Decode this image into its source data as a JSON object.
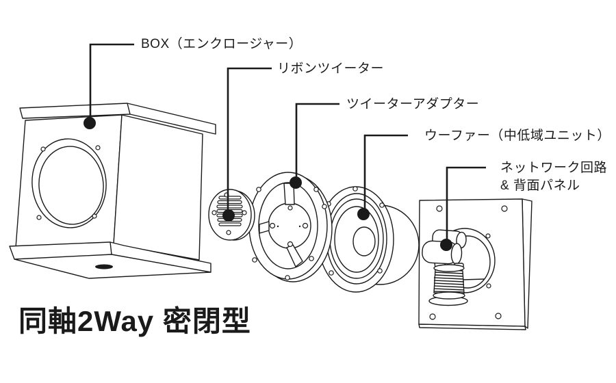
{
  "title": "同軸2Way 密閉型",
  "labels": {
    "box": "BOX（エンクロージャー）",
    "ribbon_tweeter": "リボンツイーター",
    "tweeter_adapter": "ツイーターアダプター",
    "woofer": "ウーファー（中低域ユニット）",
    "network_line1": "ネットワーク回路",
    "network_line2": "& 背面パネル"
  },
  "colors": {
    "line_color": "#1a1a1a",
    "background_color": "#ffffff"
  }
}
